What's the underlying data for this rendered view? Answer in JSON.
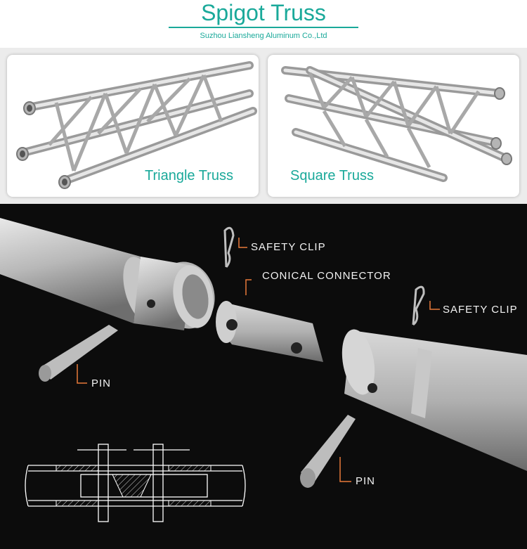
{
  "header": {
    "title": "Spigot Truss",
    "subtitle": "Suzhou Liansheng Aluminum Co.,Ltd"
  },
  "products": {
    "left_caption": "Triangle Truss",
    "right_caption": "Square Truss"
  },
  "callouts": {
    "safety_clip_1": "SAFETY CLIP",
    "conical_connector": "CONICAL CONNECTOR",
    "safety_clip_2": "SAFETY CLIP",
    "pin_1": "PIN",
    "pin_2": "PIN"
  },
  "colors": {
    "brand_teal": "#1aa99a",
    "callout_line": "#e8793a",
    "background_dark": "#0c0c0c"
  }
}
